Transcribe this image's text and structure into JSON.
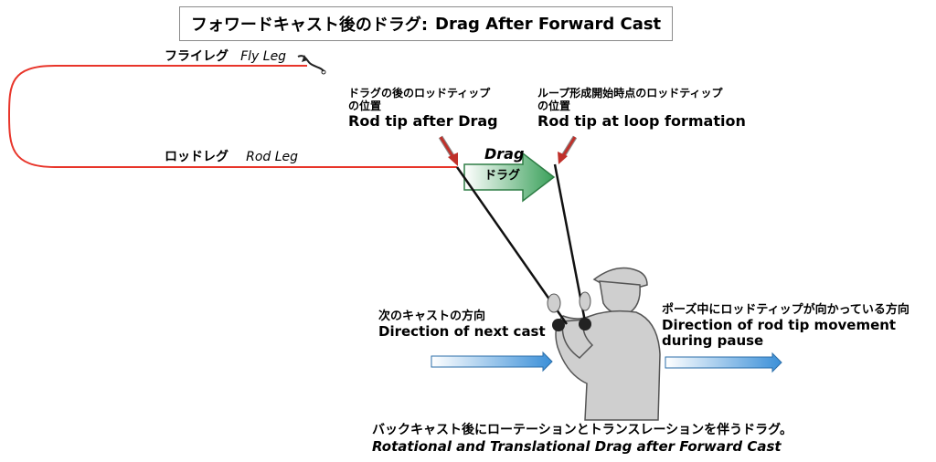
{
  "title": {
    "jp": "フォワードキャスト後のドラグ:",
    "en": "Drag After Forward Cast"
  },
  "fly_leg": {
    "jp": "フライレグ",
    "en": "Fly Leg"
  },
  "rod_leg": {
    "jp": "ロッドレグ",
    "en": "Rod Leg"
  },
  "rod_tip_after_drag": {
    "jp": "ドラグの後のロッドティップ",
    "jp2": "の位置",
    "en": "Rod tip after Drag"
  },
  "rod_tip_loop": {
    "jp": "ループ形成開始時点のロッドティップ",
    "jp2": "の位置",
    "en": "Rod tip at loop formation"
  },
  "drag_arrow": {
    "en": "Drag",
    "jp": "ドラグ"
  },
  "next_cast": {
    "jp": "次のキャストの方向",
    "en": "Direction of next cast"
  },
  "rod_tip_movement": {
    "jp": "ポーズ中にロッドティップが向かっている方向",
    "en1": "Direction of rod tip movement",
    "en2": "during pause"
  },
  "caption": {
    "jp": "バックキャスト後にローテーションとトランスレーションを伴うドラグ。",
    "en": "Rotational and Translational Drag after Forward Cast"
  },
  "colors": {
    "line": "#e8352a",
    "drag_arrow": "#3aa05a",
    "direction_arrow": "#3a8fd8",
    "pointer_arrow": "#c0302a",
    "figure": "#cfcfcf"
  }
}
